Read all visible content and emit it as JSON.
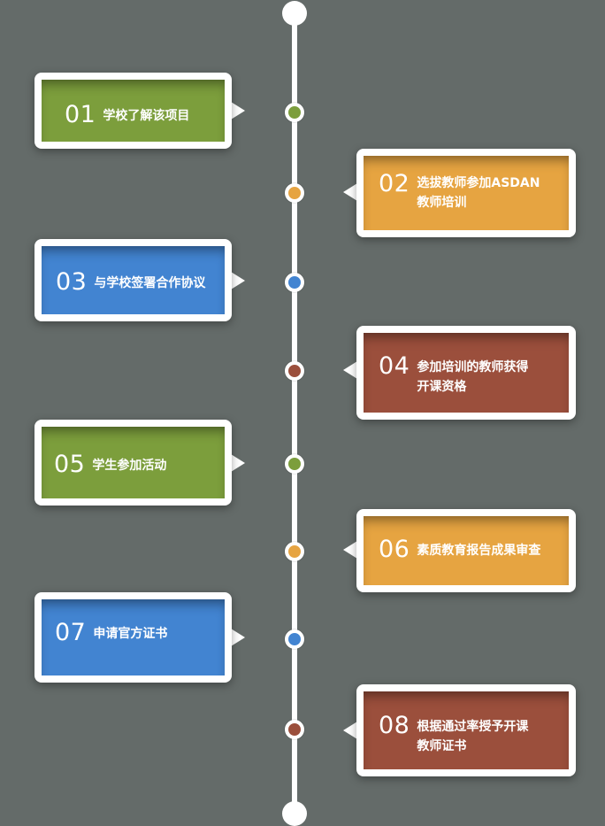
{
  "colors": {
    "background": "#646b69",
    "green": "#7c9e3c",
    "orange": "#e6a441",
    "blue": "#4284d1",
    "red": "#9b4f3c"
  },
  "steps": [
    {
      "num": "01",
      "line1": "学校了解该项目",
      "line2": "",
      "color": "#7c9e3c"
    },
    {
      "num": "02",
      "line1": "选拔教师参加ASDAN",
      "line2": "教师培训",
      "color": "#e6a441"
    },
    {
      "num": "03",
      "line1": "与学校签署合作协议",
      "line2": "",
      "color": "#4284d1"
    },
    {
      "num": "04",
      "line1": "参加培训的教师获得",
      "line2": "开课资格",
      "color": "#9b4f3c"
    },
    {
      "num": "05",
      "line1": "学生参加活动",
      "line2": "",
      "color": "#7c9e3c"
    },
    {
      "num": "06",
      "line1": "素质教育报告成果审查",
      "line2": "",
      "color": "#e6a441"
    },
    {
      "num": "07",
      "line1": "申请官方证书",
      "line2": "",
      "color": "#4284d1"
    },
    {
      "num": "08",
      "line1": "根据通过率授予开课",
      "line2": "教师证书",
      "color": "#9b4f3c"
    }
  ]
}
